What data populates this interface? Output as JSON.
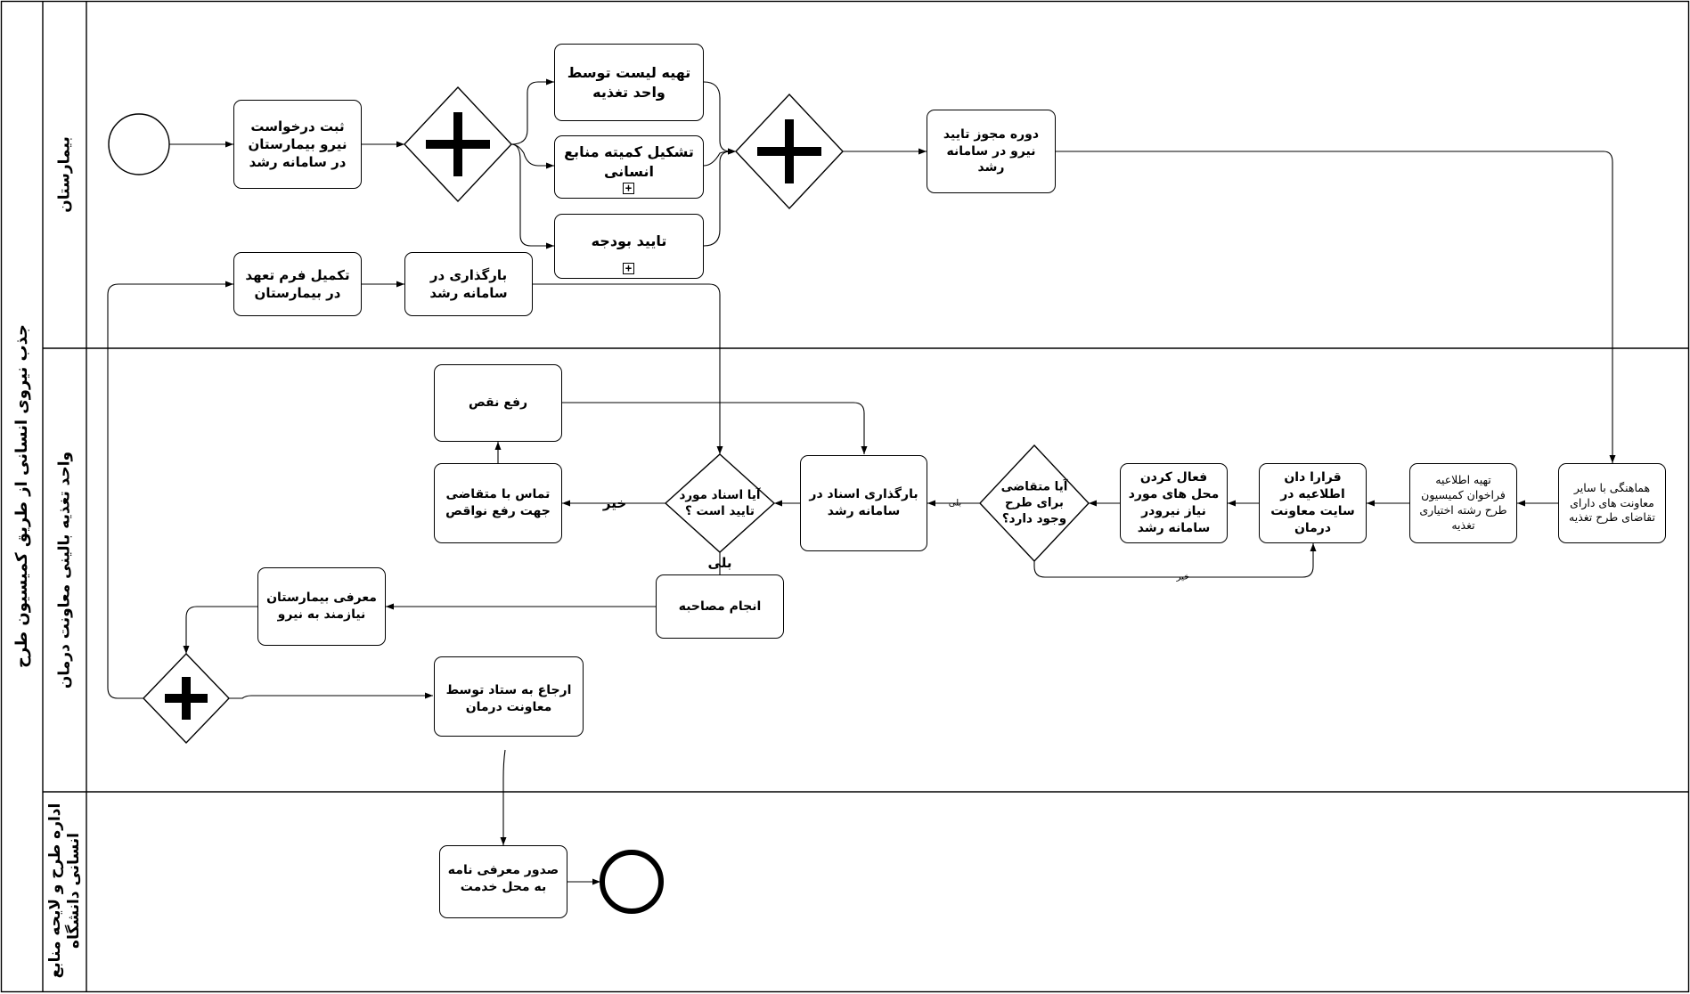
{
  "pool": {
    "title": "جذب نیروی انسانی از طریق کمیسیون طرح"
  },
  "lanes": [
    {
      "id": "hospital",
      "title": "بیمارستان"
    },
    {
      "id": "nutrition",
      "title": "واحد تغذیه بالینی معاونت درمان"
    },
    {
      "id": "admin",
      "title": "اداره طرح و لایحه منابع انسانی دانشگاه"
    }
  ],
  "tasks": {
    "t_register": "ثبت درخواست نیرو بیمارستان در سامانه رشد",
    "t_list": "تهیه لیست توسط واحد تغذیه",
    "t_committee": "تشکیل کمیته منابع انسانی",
    "t_budget": "تایید بودجه",
    "t_permit": "دوره مجوز تایید نیرو در سامانه رشد",
    "t_commit_form": "تکمیل فرم تعهد در بیمارستان",
    "t_upload_hosp": "بارگذاری در سامانه رشد",
    "t_fix": "رفع نقص",
    "t_contact": "تماس با متقاضی جهت رفع نواقص",
    "t_upload_docs": "بارگذاری اسناد در سامانه رشد",
    "t_activate": "فعال کردن محل های مورد نیاز نیرودر سامانه رشد",
    "t_announce": "قرارا دان اطلاعیه در سایت معاونت درمان",
    "t_call": "تهیه اطلاعیه فراخوان کمیسیون طرح رشته اختیاری تغذیه",
    "t_coord": "هماهنگی با سایر معاونت های دارای تقاضای طرح تغذیه",
    "t_interview": "انجام مصاحبه",
    "t_introduce_hosp": "معرفی بیمارستان نیازمند به نیرو",
    "t_refer": "ارجاع به ستاد توسط معاونت درمان",
    "t_issue": "صدور معرفی نامه به محل خدمت"
  },
  "gateways": {
    "g_docs": "آیا اسناد مورد تایید است ؟",
    "g_applicant": "آیا متقاضی برای طرح وجود دارد؟"
  },
  "flow_labels": {
    "no_docs": "خیر",
    "yes_docs": "بلی",
    "yes_applicant": "بلی",
    "no_applicant": "خیر"
  },
  "collapsed_subprocess_marker": "+"
}
